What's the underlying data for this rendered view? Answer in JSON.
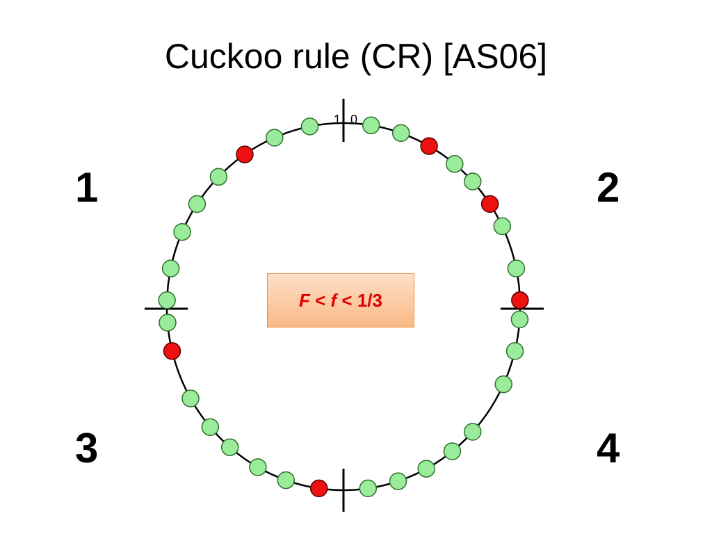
{
  "title": "Cuckoo rule (CR) [AS06]",
  "quadrants": {
    "q1": "1",
    "q2": "2",
    "q3": "3",
    "q4": "4"
  },
  "ring": {
    "label_left_of_zero": "1",
    "label_right_of_zero": "0",
    "honest_color": "#9aec9a",
    "adversary_color": "#ee1111",
    "nodes": [
      "h",
      "h",
      "a",
      "h",
      "h",
      "a",
      "h",
      "h",
      "a",
      "h",
      "h",
      "h",
      "h",
      "h",
      "h",
      "h",
      "h",
      "a",
      "h",
      "h",
      "h",
      "h",
      "h",
      "a",
      "h",
      "h",
      "h",
      "h",
      "h",
      "h",
      "a",
      "h",
      "h"
    ]
  },
  "formula": {
    "var_F": "F",
    "lt_1": " < ",
    "var_f": "f",
    "lt_2": " < ",
    "bound": "1/3",
    "text_color": "#e00000"
  }
}
